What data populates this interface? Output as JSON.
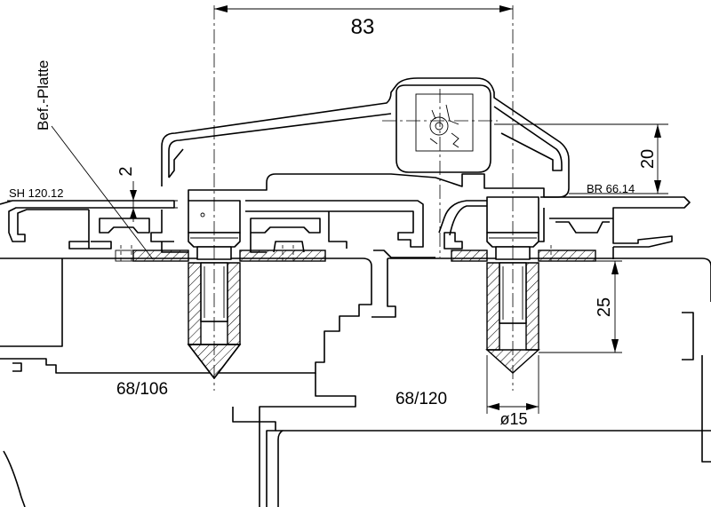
{
  "dimensions": {
    "spacing": "83",
    "height_right": "20",
    "gap_left": "2",
    "depth": "25",
    "diameter": "ø15"
  },
  "labels": {
    "plate": "Bef.-Platte",
    "profile_left": "SH 120.12",
    "profile_right": "BR 66.14",
    "timber_left": "68/106",
    "timber_right": "68/120"
  }
}
